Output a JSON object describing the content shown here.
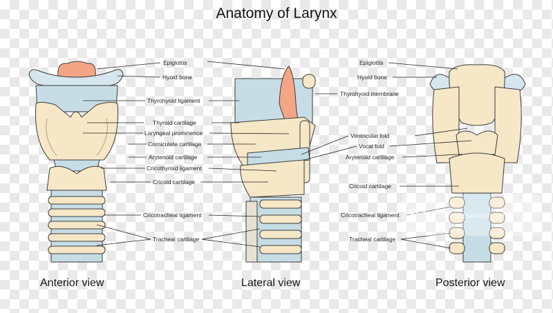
{
  "title": "Anatomy of Larynx",
  "views": [
    "Anterior view",
    "Lateral view",
    "Posterior view"
  ],
  "anterior_labels": [
    "Epiglottis",
    "Hyoid bone",
    "Thyrohyoid ligament",
    "Thyroid cartilage",
    "Laryngeal prominence",
    "Corniculate cartilage",
    "Arytenoid cartilage",
    "Cricothyroid ligament",
    "Cricoid cartilage",
    "Cricotracheal ligament",
    "Tracheal cartilage"
  ],
  "lateral_labels": [
    "Thyrohyoid membrane",
    "Ventricular fold",
    "Vocal fold"
  ],
  "posterior_labels": [
    "Epiglottis",
    "Hyoid bone",
    "Arytenoid cartilage",
    "Cricoid cartilage",
    "Cricotracheal ligament",
    "Tracheal cartilage"
  ],
  "watermark": {
    "logo": "VCG",
    "id": "VCG211402831437"
  },
  "colors": {
    "cartilage": "#f6e7c7",
    "ligament": "#c7dde6",
    "epiglottis": "#f4a585",
    "outline": "#3a3a3a"
  }
}
